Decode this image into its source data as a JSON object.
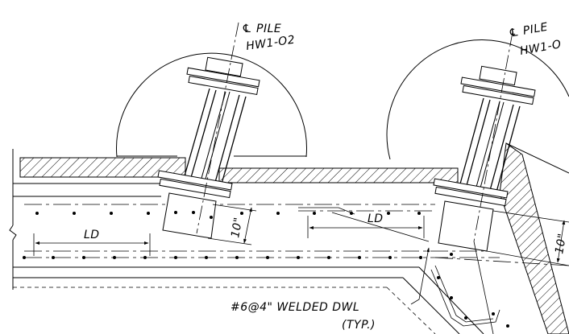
{
  "labels": {
    "pile_left_mark": "℄ PILE",
    "pile_left_id": "HW1-O2",
    "pile_right_mark": "℄ PILE",
    "pile_right_id": "HW1-O",
    "ld_left": "LD",
    "ld_middle": "LD",
    "dim_left": "10\"",
    "dim_right": "10\"",
    "callout_main": "#6@4\" WELDED DWL",
    "callout_sub": "(TYP.)"
  }
}
